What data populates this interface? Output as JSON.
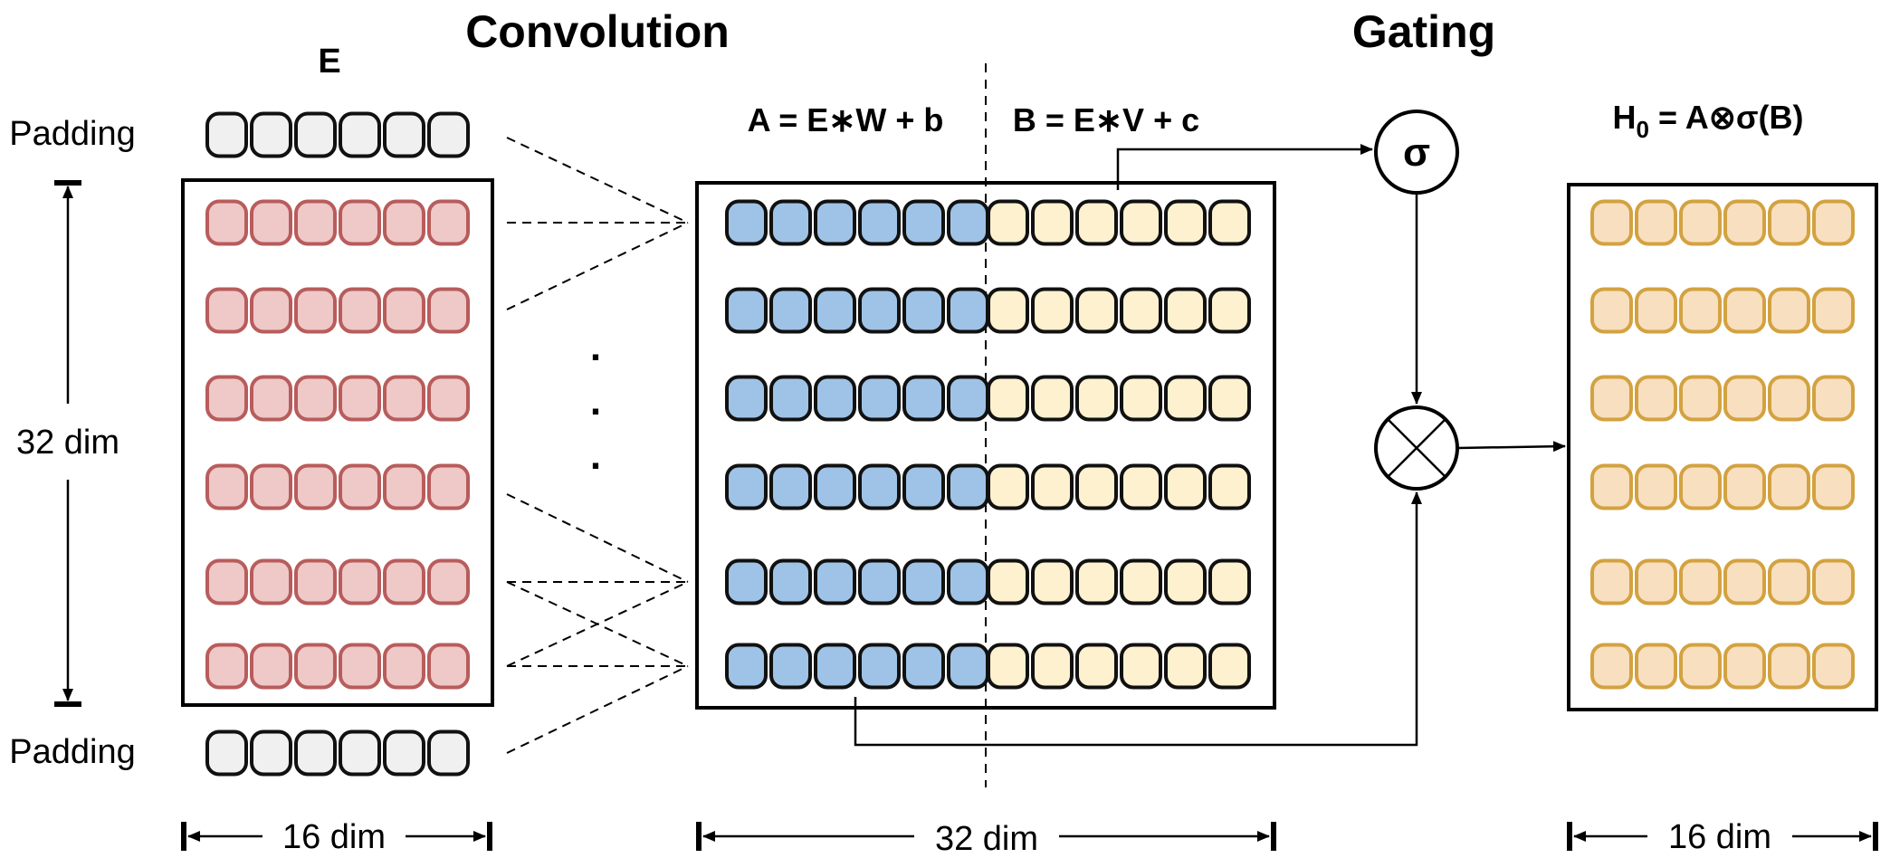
{
  "titles": {
    "convolution": "Convolution",
    "gating": "Gating"
  },
  "labels": {
    "embedding": "E",
    "padding_top": "Padding",
    "padding_bottom": "Padding",
    "height_dim": "32 dim",
    "left_width_dim": "16 dim",
    "middle_width_dim": "32 dim",
    "right_width_dim": "16 dim",
    "ellipsis": ".",
    "sigma": "σ"
  },
  "formulas": {
    "a": "A = E∗W + b",
    "b": "B = E∗V + c",
    "h_main": "H",
    "h_sub": "0",
    "h_rest": " = A⊗σ(B)"
  },
  "colors": {
    "padding_fill": "#f0f0f0",
    "padding_stroke": "#111111",
    "embedding_fill": "#efc8c8",
    "embedding_stroke": "#b85c5c",
    "a_fill": "#9fc3e6",
    "a_stroke": "#111111",
    "b_fill": "#fdf1cf",
    "b_stroke": "#111111",
    "h_fill": "#f8dfc0",
    "h_stroke": "#d3a240"
  },
  "icons": {
    "sigma_node": "sigma-circle-icon",
    "multiply_node": "circled-times-icon"
  }
}
